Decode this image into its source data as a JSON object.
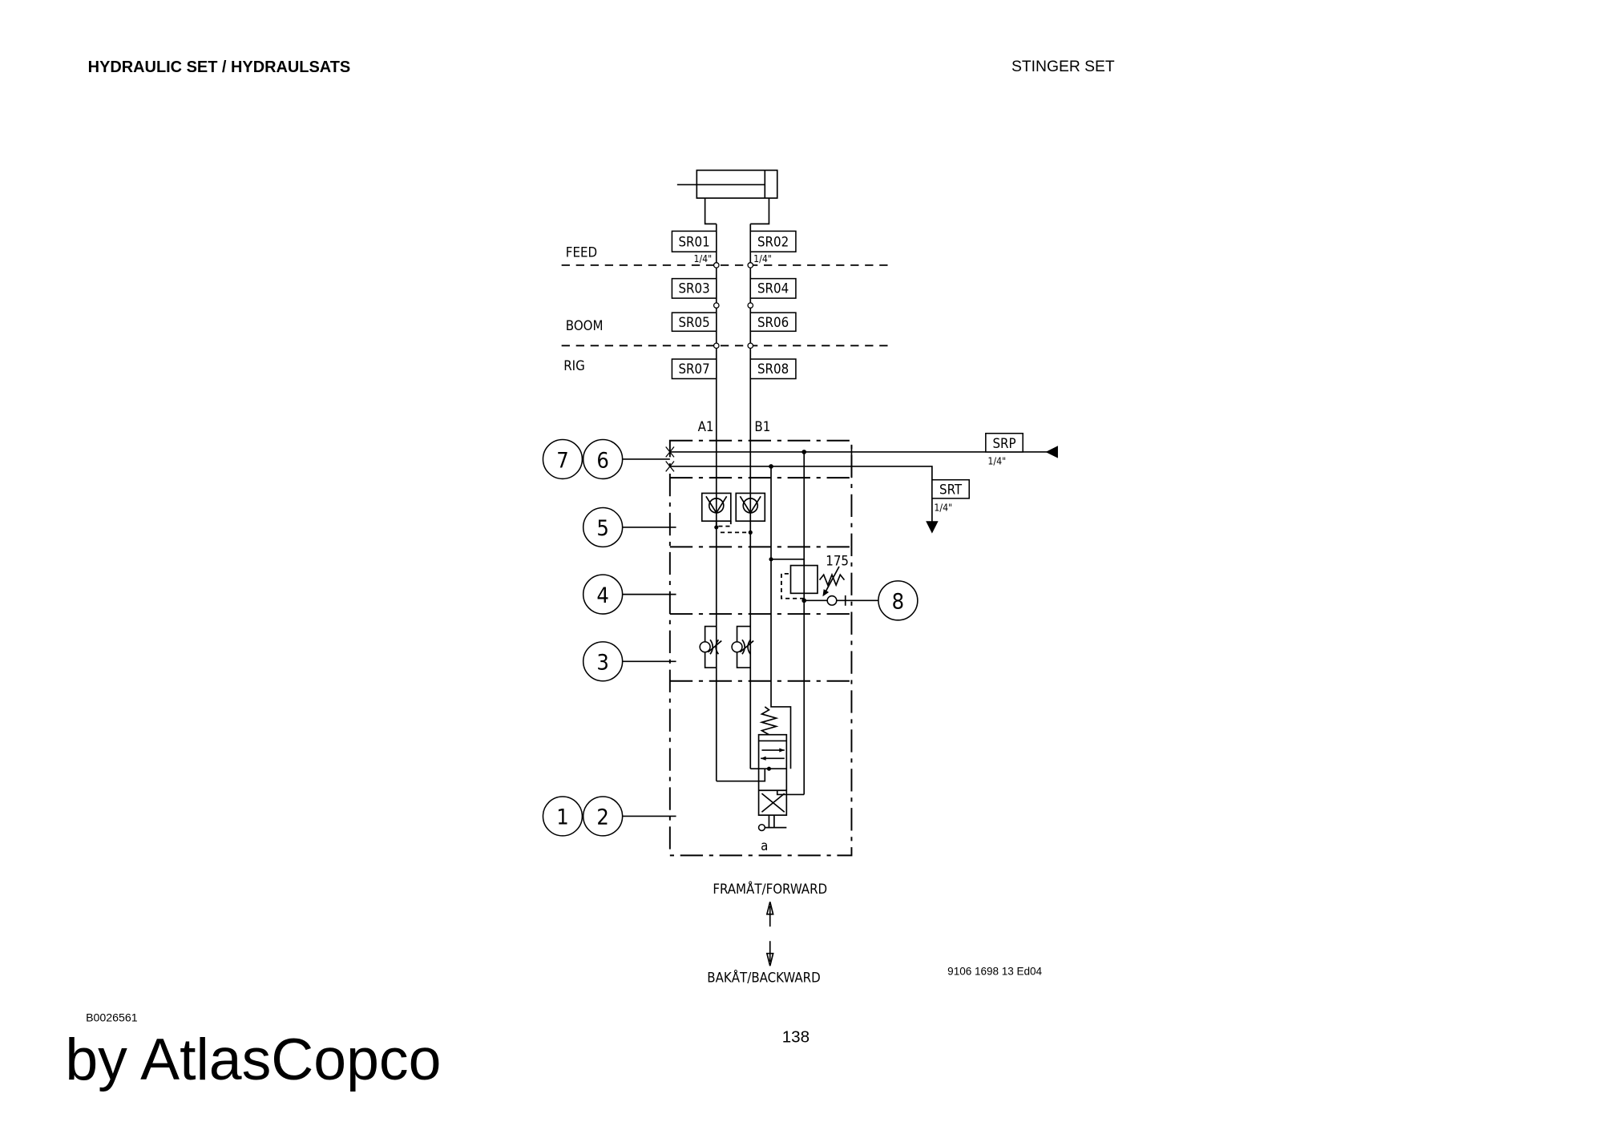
{
  "header": {
    "title": "HYDRAULIC SET / HYDRAULSATS",
    "section": "STINGER SET"
  },
  "diagram": {
    "zones": [
      "FEED",
      "BOOM",
      "RIG"
    ],
    "ports": [
      "SR01",
      "SR02",
      "SR03",
      "SR04",
      "SR05",
      "SR06",
      "SR07",
      "SR08"
    ],
    "port_size": "1/4\"",
    "valve_ports": {
      "a1": "A1",
      "b1": "B1",
      "srp": "SRP",
      "srt": "SRT",
      "a": "a"
    },
    "relief_pressure": "175",
    "callouts": [
      "1",
      "2",
      "3",
      "4",
      "5",
      "6",
      "7",
      "8"
    ],
    "forward": "FRAMÅT/FORWARD",
    "backward": "BAKÅT/BACKWARD",
    "drawing_number": "9106 1698 13 Ed04"
  },
  "footer": {
    "ref": "B0026561",
    "page": "138",
    "brand": "by AtlasCopco"
  }
}
